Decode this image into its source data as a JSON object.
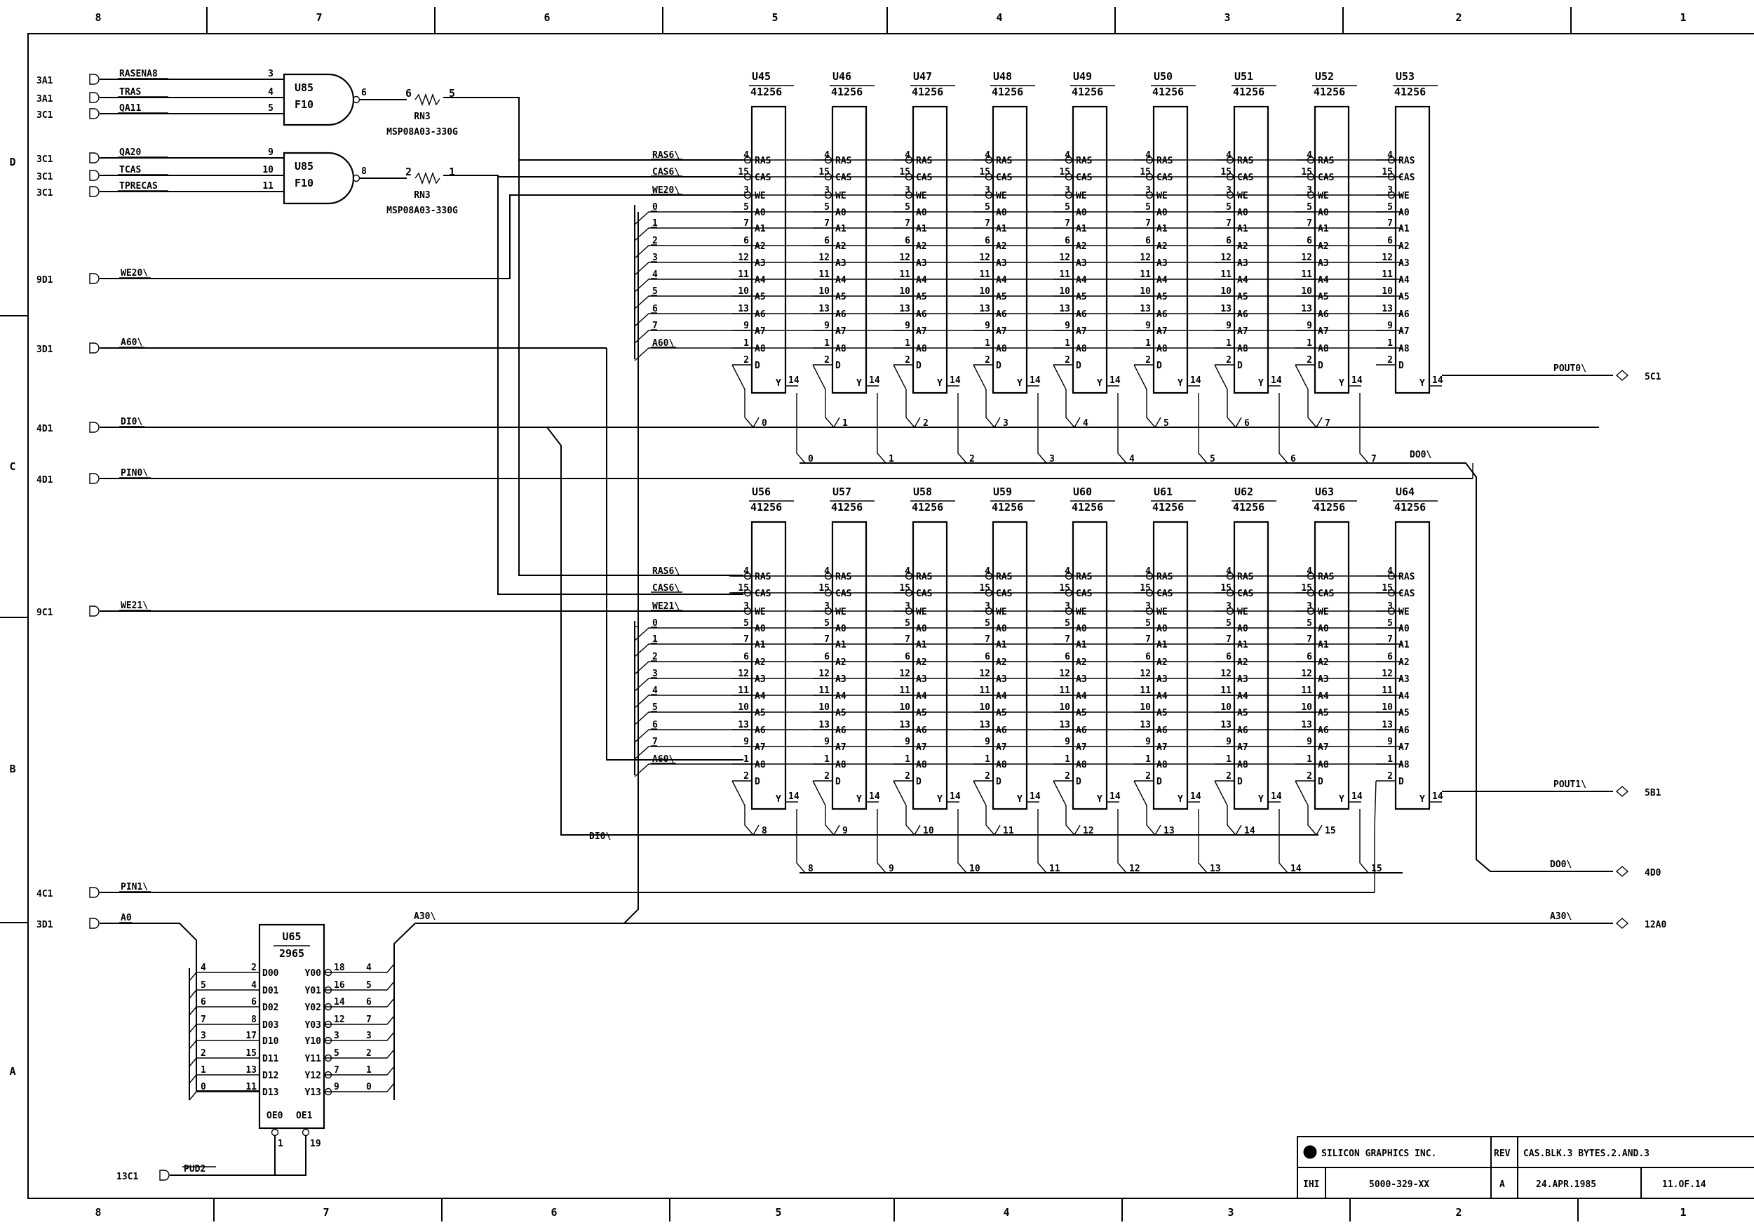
{
  "border": {
    "top_zones": [
      "8",
      "7",
      "6",
      "5",
      "4",
      "3",
      "2",
      "1"
    ],
    "bottom_zones": [
      "8",
      "7",
      "6",
      "5",
      "4",
      "3",
      "2",
      "1"
    ],
    "left_rows": [
      "D",
      "C",
      "B",
      "A"
    ]
  },
  "gates": [
    {
      "ref": "U85",
      "type": "F10",
      "inputs": [
        {
          "sheet": "3A1",
          "net": "RASENA8",
          "pin": "3"
        },
        {
          "sheet": "3A1",
          "net": "TRAS",
          "pin": "4"
        },
        {
          "sheet": "3C1",
          "net": "QA11",
          "pin": "5"
        }
      ],
      "out_pin": "6",
      "res_ref": "RN3",
      "res_pins": [
        "6",
        "5"
      ],
      "res_part": "MSP08A03-330G"
    },
    {
      "ref": "U85",
      "type": "F10",
      "inputs": [
        {
          "sheet": "3C1",
          "net": "QA20",
          "pin": "9"
        },
        {
          "sheet": "3C1",
          "net": "TCAS",
          "pin": "10"
        },
        {
          "sheet": "3C1",
          "net": "TPRECAS",
          "pin": "11"
        }
      ],
      "out_pin": "8",
      "res_ref": "RN3",
      "res_pins": [
        "2",
        "1"
      ],
      "res_part": "MSP08A03-330G"
    }
  ],
  "left_signals": [
    {
      "sheet": "9D1",
      "net": "WE20\\"
    },
    {
      "sheet": "3D1",
      "net": "A60\\"
    },
    {
      "sheet": "4D1",
      "net": "DI0\\"
    },
    {
      "sheet": "4D1",
      "net": "PIN0\\"
    },
    {
      "sheet": "9C1",
      "net": "WE21\\"
    },
    {
      "sheet": "4C1",
      "net": "PIN1\\"
    },
    {
      "sheet": "3D1",
      "net": "A0"
    }
  ],
  "ram_part": "41256",
  "ram_pins": [
    {
      "name": "RAS",
      "num": "4"
    },
    {
      "name": "CAS",
      "num": "15"
    },
    {
      "name": "WE",
      "num": "3"
    },
    {
      "name": "A0",
      "num": "5"
    },
    {
      "name": "A1",
      "num": "7"
    },
    {
      "name": "A2",
      "num": "6"
    },
    {
      "name": "A3",
      "num": "12"
    },
    {
      "name": "A4",
      "num": "11"
    },
    {
      "name": "A5",
      "num": "10"
    },
    {
      "name": "A6",
      "num": "13"
    },
    {
      "name": "A7",
      "num": "9"
    },
    {
      "name": "A8",
      "num": "1"
    },
    {
      "name": "D",
      "num": "2"
    }
  ],
  "ram_out": {
    "name": "Y",
    "num": "14"
  },
  "bank_top": {
    "refs": [
      "U45",
      "U46",
      "U47",
      "U48",
      "U49",
      "U50",
      "U51",
      "U52",
      "U53"
    ],
    "bus_labels": [
      "RAS6\\",
      "CAS6\\",
      "WE20\\",
      "0",
      "1",
      "2",
      "3",
      "4",
      "5",
      "6",
      "7",
      "A60\\"
    ],
    "din_bits": [
      "0",
      "1",
      "2",
      "3",
      "4",
      "5",
      "6",
      "7"
    ],
    "dout_bits": [
      "0",
      "1",
      "2",
      "3",
      "4",
      "5",
      "6",
      "7"
    ],
    "parity_out": "POUT0\\",
    "parity_out_sheet": "5C1",
    "dout_bus": "DO0\\"
  },
  "bank_bottom": {
    "refs": [
      "U56",
      "U57",
      "U58",
      "U59",
      "U60",
      "U61",
      "U62",
      "U63",
      "U64"
    ],
    "bus_labels": [
      "RAS6\\",
      "CAS6\\",
      "WE21\\",
      "0",
      "1",
      "2",
      "3",
      "4",
      "5",
      "6",
      "7",
      "A60\\"
    ],
    "din_bits": [
      "8",
      "9",
      "10",
      "11",
      "12",
      "13",
      "14",
      "15"
    ],
    "dout_bits": [
      "8",
      "9",
      "10",
      "11",
      "12",
      "13",
      "14",
      "15"
    ],
    "din_bus": "DI0\\",
    "parity_out": "POUT1\\",
    "parity_out_sheet": "5B1",
    "dout_bus": "DO0\\",
    "dout_sheet": "4D0"
  },
  "buffer": {
    "ref": "U65",
    "part": "2965",
    "left_pins": [
      {
        "name": "D00",
        "num": "2",
        "bit": "4"
      },
      {
        "name": "D01",
        "num": "4",
        "bit": "5"
      },
      {
        "name": "D02",
        "num": "6",
        "bit": "6"
      },
      {
        "name": "D03",
        "num": "8",
        "bit": "7"
      },
      {
        "name": "D10",
        "num": "17",
        "bit": "3"
      },
      {
        "name": "D11",
        "num": "15",
        "bit": "2"
      },
      {
        "name": "D12",
        "num": "13",
        "bit": "1"
      },
      {
        "name": "D13",
        "num": "11",
        "bit": "0"
      }
    ],
    "right_pins": [
      {
        "name": "Y00",
        "num": "18",
        "bit": "4"
      },
      {
        "name": "Y01",
        "num": "16",
        "bit": "5"
      },
      {
        "name": "Y02",
        "num": "14",
        "bit": "6"
      },
      {
        "name": "Y03",
        "num": "12",
        "bit": "7"
      },
      {
        "name": "Y10",
        "num": "3",
        "bit": "3"
      },
      {
        "name": "Y11",
        "num": "5",
        "bit": "2"
      },
      {
        "name": "Y12",
        "num": "7",
        "bit": "1"
      },
      {
        "name": "Y13",
        "num": "9",
        "bit": "0"
      }
    ],
    "oe_pins": [
      {
        "name": "OE0",
        "num": "1"
      },
      {
        "name": "OE1",
        "num": "19"
      }
    ],
    "oe_net": "PUD2",
    "oe_sheet": "13C1",
    "out_net": "A30\\",
    "out_sheet": "12A0"
  },
  "title_block": {
    "company": "SILICON GRAPHICS INC.",
    "rev_label": "REV",
    "title": "CAS.BLK.3   BYTES.2.AND.3",
    "drawn": "IHI",
    "drawing_no": "5000-329-XX",
    "rev": "A",
    "date": "24.APR.1985",
    "sheet": "11.OF.14"
  }
}
